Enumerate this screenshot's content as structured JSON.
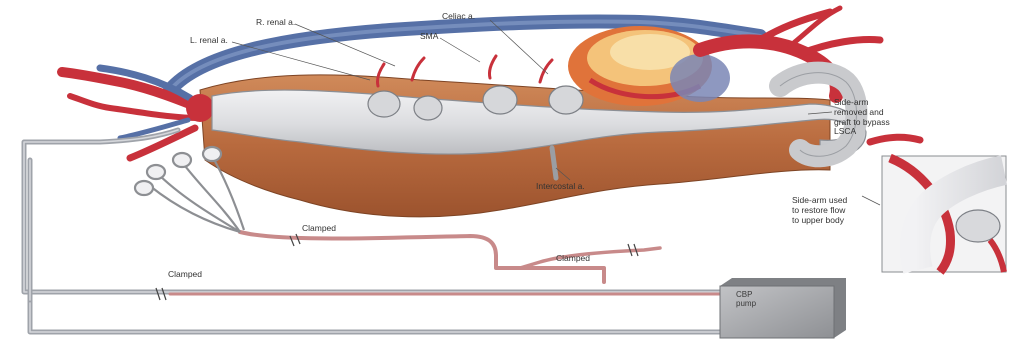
{
  "labels": {
    "celiac": "Celiac a.",
    "r_renal": "R. renal a.",
    "l_renal": "L. renal a.",
    "sma": "SMA",
    "intercostal": "Intercostal a.",
    "clamped_1": "Clamped",
    "clamped_2": "Clamped",
    "clamped_3": "Clamped",
    "side_arm_top_1": "Side-arm",
    "side_arm_top_2": "removed and",
    "side_arm_top_3": "graft to bypass",
    "side_arm_top_4": "LSCA",
    "side_arm_inset_1": "Side-arm used",
    "side_arm_inset_2": "to restore flow",
    "side_arm_inset_3": "to upper body",
    "pump_1": "CBP",
    "pump_2": "pump"
  },
  "colors": {
    "vein_blue": "#5670a6",
    "artery_red": "#c8313b",
    "muscle_brown": "#b86a3e",
    "graft_grey": "#dcdde0",
    "heart_orange": "#e79a57",
    "tube_grey": "#9fa3aa",
    "tube_red": "#c88a8a",
    "pump_grey": "#a9aaad"
  }
}
